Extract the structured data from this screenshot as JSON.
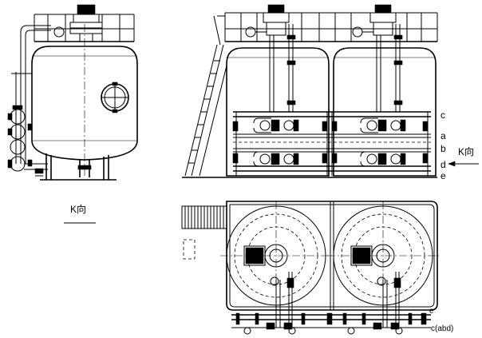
{
  "views": {
    "side_view_caption": "K向"
  },
  "front_view": {
    "direction_label": "K向",
    "pipe_labels": [
      "c",
      "a",
      "b",
      "d",
      "e"
    ]
  },
  "plan_view": {
    "pipe_labels": [
      "e",
      "c(abd)"
    ]
  }
}
